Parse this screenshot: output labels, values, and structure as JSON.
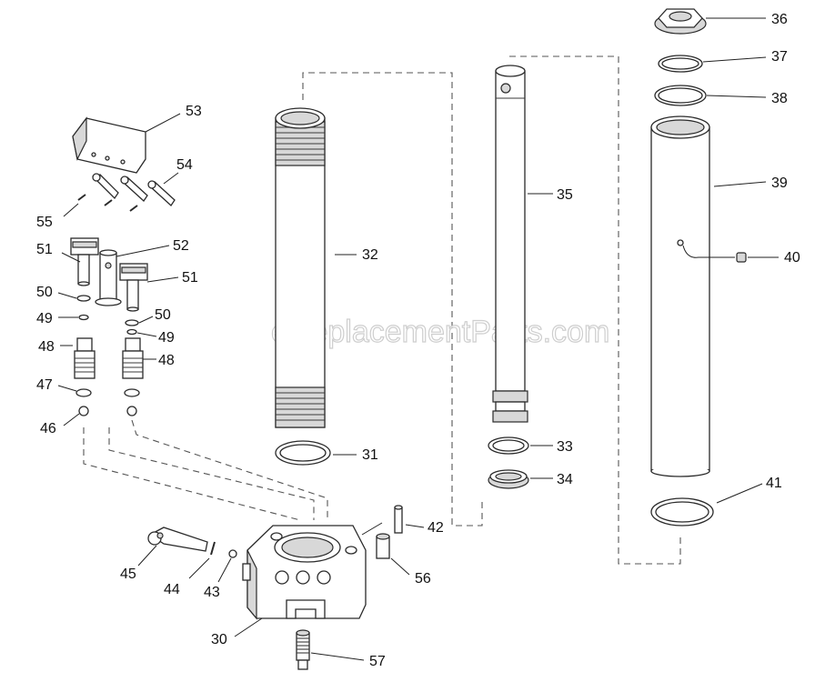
{
  "watermark": "eReplacementParts.com",
  "labels": {
    "p30": "30",
    "p31": "31",
    "p32": "32",
    "p33": "33",
    "p34": "34",
    "p35": "35",
    "p36": "36",
    "p37": "37",
    "p38": "38",
    "p39": "39",
    "p40": "40",
    "p41": "41",
    "p42": "42",
    "p43": "43",
    "p44": "44",
    "p45": "45",
    "p46": "46",
    "p47": "47",
    "p48a": "48",
    "p48b": "48",
    "p49a": "49",
    "p49b": "49",
    "p50a": "50",
    "p50b": "50",
    "p51a": "51",
    "p51b": "51",
    "p52": "52",
    "p53": "53",
    "p54": "54",
    "p55": "55",
    "p56": "56",
    "p57": "57"
  },
  "colors": {
    "line": "#2a2a2a",
    "shade": "#d8d8d8",
    "background": "#ffffff"
  }
}
